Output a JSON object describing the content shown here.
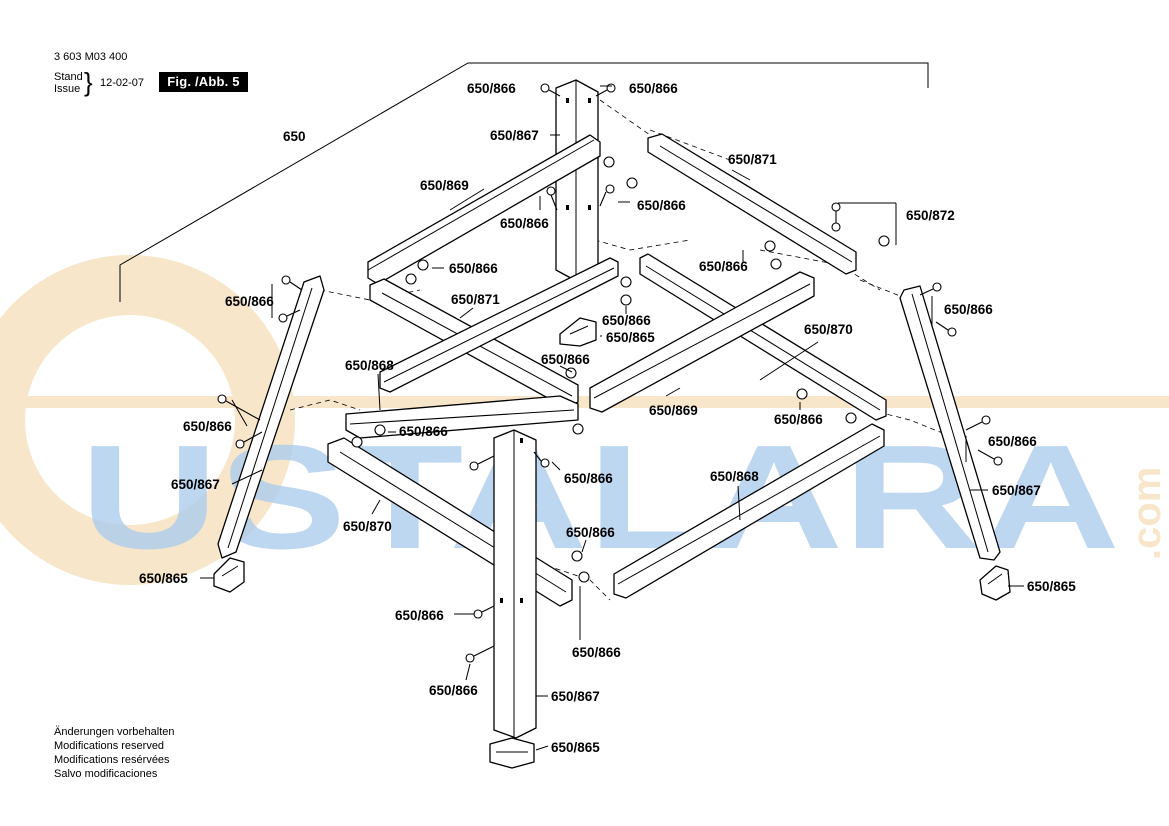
{
  "header": {
    "doc_number": "3 603 M03 400",
    "stand_label": "Stand",
    "issue_label": "Issue",
    "date": "12-02-07",
    "figure_badge": "Fig. /Abb. 5"
  },
  "notes": [
    "Änderungen vorbehalten",
    "Modifications reserved",
    "Modifications resérvées",
    "Salvo modificaciones"
  ],
  "watermark": {
    "text": "USTALARA",
    "suffix": ".com",
    "color_blue": "#9fc4e8",
    "color_orange": "#f6e2c0"
  },
  "callouts": {
    "assembly": "650",
    "c01": "650/866",
    "c02": "650/866",
    "c03": "650/867",
    "c04": "650/869",
    "c05": "650/871",
    "c06": "650/866",
    "c07": "650/866",
    "c08": "650/872",
    "c09": "650/866",
    "c10": "650/866",
    "c11": "650/866",
    "c12": "650/866",
    "c13": "650/871",
    "c14": "650/866",
    "c15": "650/865",
    "c16": "650/870",
    "c17": "650/866",
    "c18": "650/868",
    "c19": "650/869",
    "c20": "650/866",
    "c21": "650/866",
    "c22": "650/866",
    "c23": "650/866",
    "c24": "650/866",
    "c25": "650/867",
    "c26": "650/867",
    "c27": "650/868",
    "c28": "650/870",
    "c29": "650/866",
    "c30": "650/865",
    "c31": "650/865",
    "c32": "650/866",
    "c33": "650/866",
    "c34": "650/866",
    "c35": "650/867",
    "c36": "650/865"
  },
  "colors": {
    "ink": "#000000",
    "paper": "#ffffff"
  }
}
